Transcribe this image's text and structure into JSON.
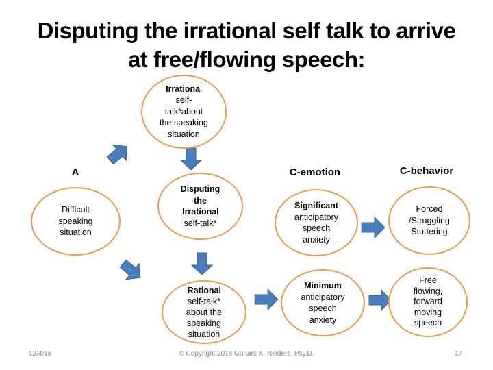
{
  "slide": {
    "title_lines": [
      "Disputing the irrational self talk to arrive",
      "at free/flowing speech:"
    ]
  },
  "column_labels": {
    "a": "A",
    "c_emotion": "C-emotion",
    "c_behavior": "C-behavior"
  },
  "nodes": {
    "difficult_situation": {
      "bold": "",
      "rest_lines": [
        "Difficult",
        "speaking",
        "situation"
      ]
    },
    "irrational_self_talk": {
      "bold": "Irrationa",
      "bold_suffix": "l",
      "rest_lines": [
        "self-",
        "talk*about",
        "the speaking",
        "situation"
      ]
    },
    "disputing": {
      "bold_lines": [
        "Disputing",
        "the",
        "Irrationa"
      ],
      "bold_suffix": "l",
      "rest_lines": [
        "self-talk*"
      ]
    },
    "rational_self_talk": {
      "bold": "Rationa",
      "bold_suffix": "l",
      "rest_lines": [
        "self-talk*",
        "about the",
        "speaking",
        "situation"
      ]
    },
    "significant_anxiety": {
      "bold": "Significant",
      "rest_lines": [
        "anticipatory",
        "speech",
        "anxiety"
      ]
    },
    "minimum_anxiety": {
      "bold": "Minimum",
      "rest_lines": [
        "anticipatory",
        "speech",
        "anxiety"
      ]
    },
    "stuttering": {
      "rest_lines": [
        "Forced",
        "/Struggling",
        "Stuttering"
      ]
    },
    "free_flowing": {
      "rest_lines": [
        "Free",
        "flowing,",
        "forward",
        "moving",
        "speech"
      ]
    }
  },
  "arrows": [
    {
      "name": "arrow-a-to-irrational",
      "direction": "up-right"
    },
    {
      "name": "arrow-irrational-to-disputing",
      "direction": "down"
    },
    {
      "name": "arrow-a-to-rational",
      "direction": "down-right"
    },
    {
      "name": "arrow-disputing-to-rational",
      "direction": "down"
    },
    {
      "name": "arrow-significant-to-stuttering",
      "direction": "right"
    },
    {
      "name": "arrow-rational-to-minimum",
      "direction": "right"
    },
    {
      "name": "arrow-minimum-to-free-flowing",
      "direction": "right"
    }
  ],
  "colors": {
    "ellipse_border": "#ED9A4F",
    "arrow_fill": "#4A7EBB",
    "arrow_stroke": "#3A6395",
    "footer_text": "#8a8a8a"
  },
  "footer": {
    "date": "12/4/18",
    "copyright": "© Copyright 2018 Gunars K. Neiders, Psy.D.",
    "page_number": "17"
  }
}
